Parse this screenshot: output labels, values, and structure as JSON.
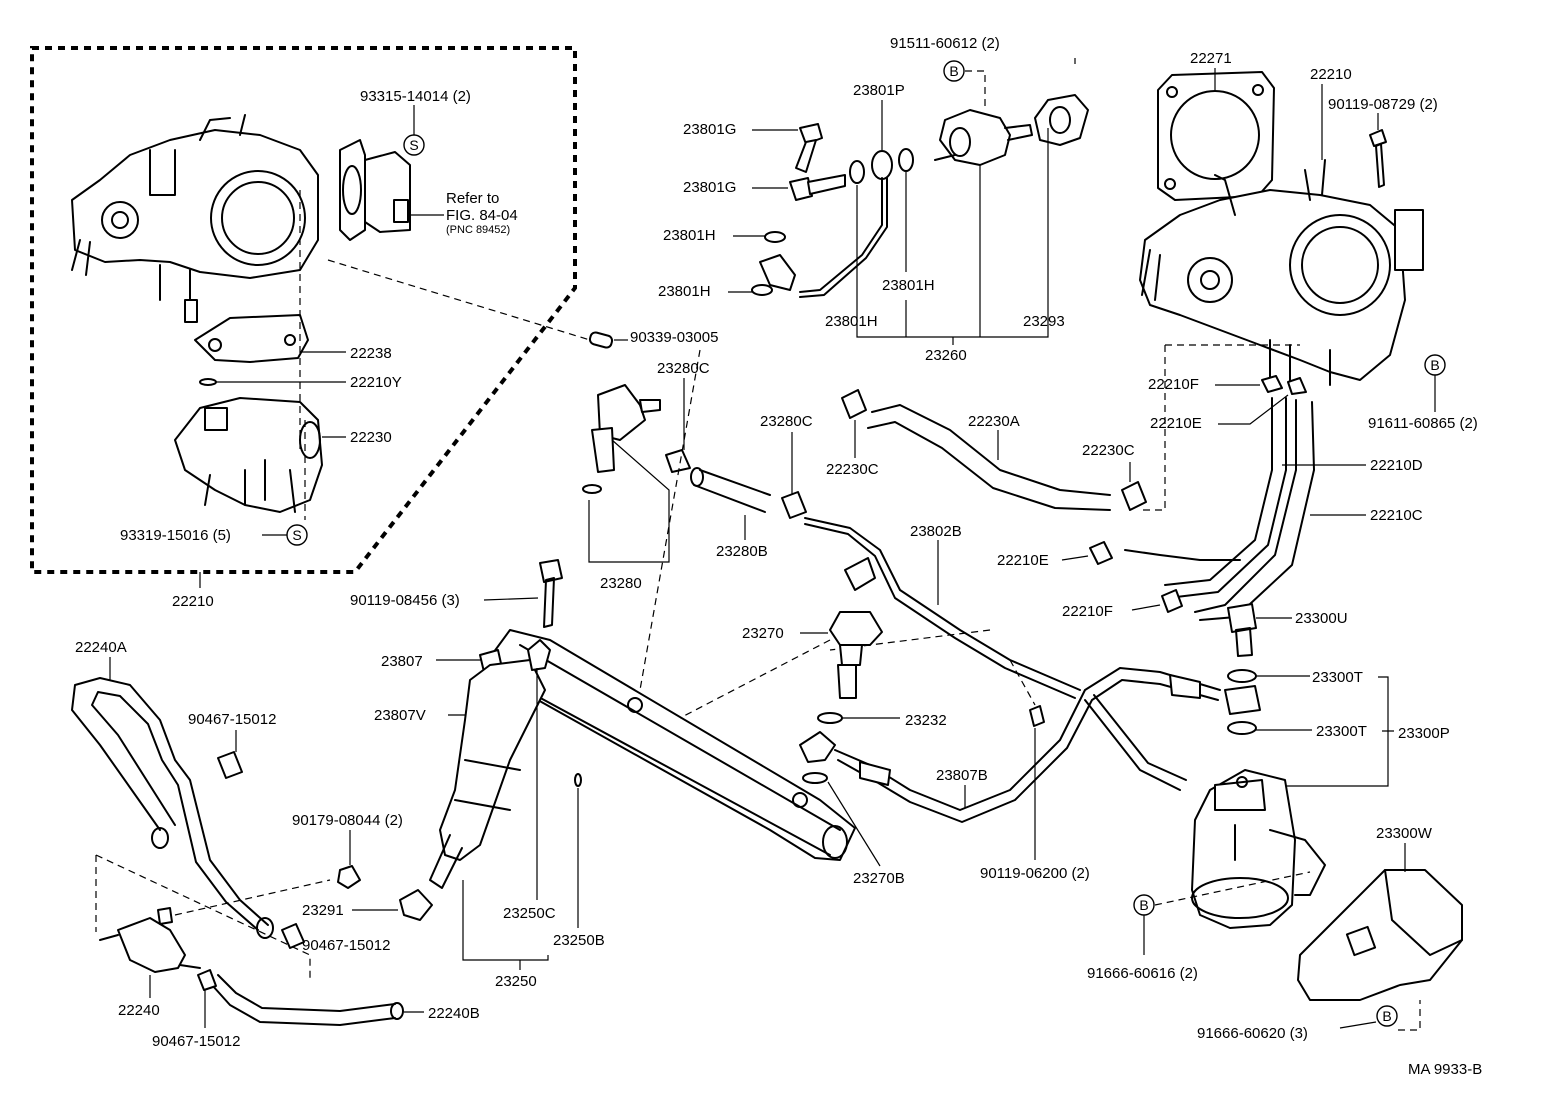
{
  "diagram": {
    "code": "MA 9933-B",
    "markers": {
      "S": "S",
      "B": "B"
    },
    "labels": {
      "l_93315": "93315-14014 (2)",
      "l_refer1": "Refer to",
      "l_refer2": "FIG. 84-04",
      "l_refer3": "(PNC 89452)",
      "l_22238": "22238",
      "l_22210Y": "22210Y",
      "l_22230": "22230",
      "l_93319": "93319-15016 (5)",
      "l_22210_left": "22210",
      "l_90339": "90339-03005",
      "l_91511": "91511-60612 (2)",
      "l_23801P": "23801P",
      "l_23801G_1": "23801G",
      "l_23801G_2": "23801G",
      "l_23801H_1": "23801H",
      "l_23801H_2": "23801H",
      "l_23801H_3": "23801H",
      "l_23801H_4": "23801H",
      "l_23293": "23293",
      "l_23260": "23260",
      "l_22271": "22271",
      "l_22210_right": "22210",
      "l_90119_08729": "90119-08729 (2)",
      "l_91611": "91611-60865 (2)",
      "l_23280C_1": "23280C",
      "l_23280C_2": "23280C",
      "l_22230C_1": "22230C",
      "l_22230A": "22230A",
      "l_22230C_2": "22230C",
      "l_22210F_1": "22210F",
      "l_22210E_1": "22210E",
      "l_22210D": "22210D",
      "l_22210C": "22210C",
      "l_23280B": "23280B",
      "l_23280": "23280",
      "l_23802B": "23802B",
      "l_22210E_2": "22210E",
      "l_22210F_2": "22210F",
      "l_90119_08456": "90119-08456 (3)",
      "l_23807": "23807",
      "l_23270": "23270",
      "l_23300U": "23300U",
      "l_22240A": "22240A",
      "l_90467_a": "90467-15012",
      "l_23807V": "23807V",
      "l_23232": "23232",
      "l_23300T_1": "23300T",
      "l_23300T_2": "23300T",
      "l_23300P": "23300P",
      "l_90179": "90179-08044 (2)",
      "l_23807B": "23807B",
      "l_23270B": "23270B",
      "l_90119_06200": "90119-06200 (2)",
      "l_23291": "23291",
      "l_90467_b": "90467-15012",
      "l_23250C": "23250C",
      "l_23250B": "23250B",
      "l_23250": "23250",
      "l_22240": "22240",
      "l_22240B": "22240B",
      "l_90467_c": "90467-15012",
      "l_23300W": "23300W",
      "l_91666_616": "91666-60616 (2)",
      "l_91666_620": "91666-60620 (3)"
    }
  }
}
